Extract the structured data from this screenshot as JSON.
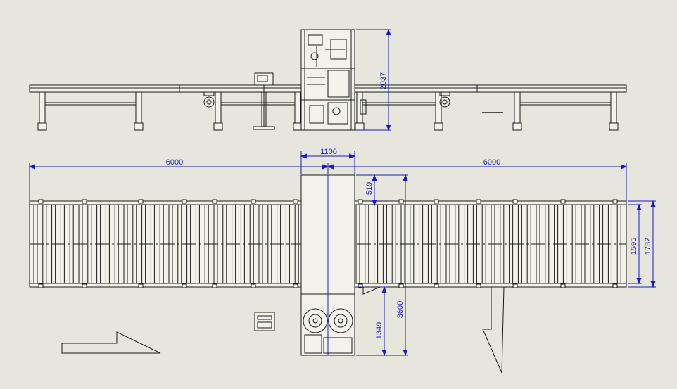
{
  "colors": {
    "background": "#e6e6dc",
    "line": "#1a1a1a",
    "dimension": "#1a1acc",
    "fill_light": "#f2f2ea"
  },
  "dimensions": {
    "machine_height": "2037",
    "machine_width": "1100",
    "left_conveyor_length": "6000",
    "right_conveyor_length": "6000",
    "offset_top": "519",
    "overall_length": "3600",
    "lower_section": "1349",
    "roller_width_inner": "1595",
    "roller_width_outer": "1732"
  }
}
